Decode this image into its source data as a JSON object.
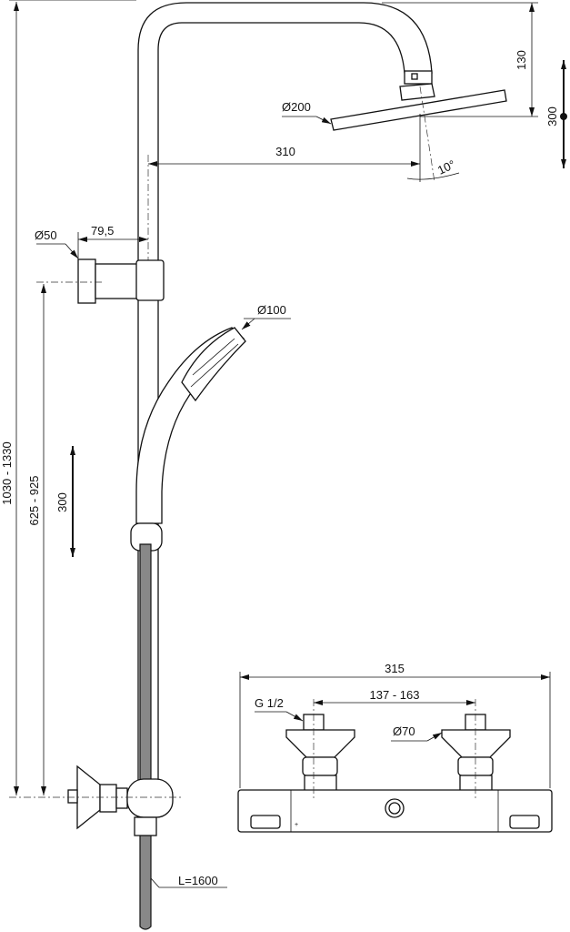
{
  "drawing": {
    "shower_head": {
      "diameter": "Ø200",
      "arm_drop": "130",
      "projection": "310",
      "tilt": "10°",
      "height_adjust": "300"
    },
    "wall_bracket": {
      "diameter": "Ø50",
      "offset": "79,5"
    },
    "hand_shower": {
      "diameter": "Ø100",
      "slide_travel": "300"
    },
    "overall_height": "1030 - 1330",
    "bracket_height": "625 - 925",
    "hose_length": "L=1600",
    "mixer": {
      "width": "315",
      "centres": "137 - 163",
      "thread": "G 1/2",
      "cover_diameter": "Ø70"
    }
  }
}
